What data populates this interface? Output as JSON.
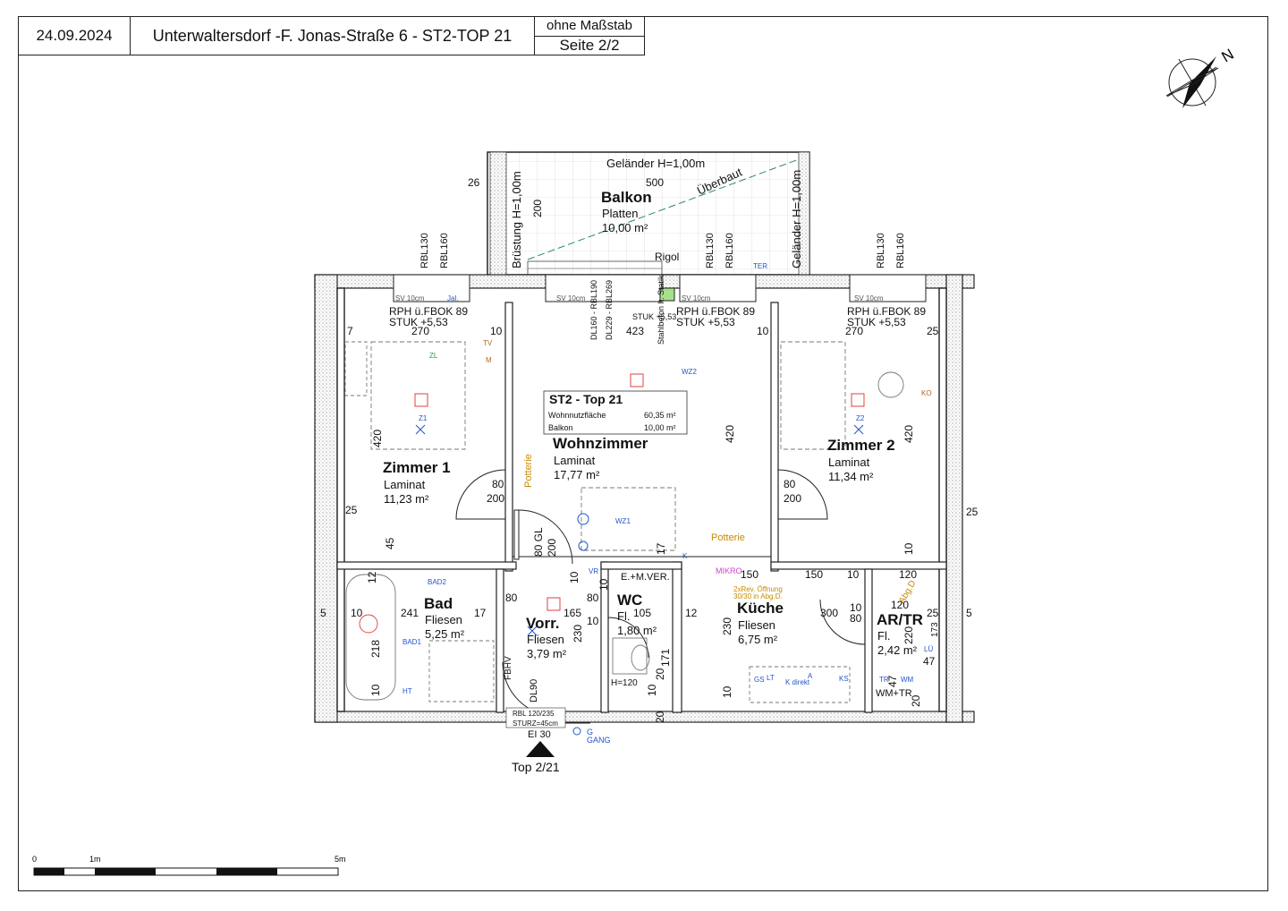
{
  "header": {
    "date": "24.09.2024",
    "title": "Unterwaltersdorf -F. Jonas-Straße 6 - ST2-TOP 21",
    "scale_note": "ohne Maßstab",
    "page": "Seite 2/2"
  },
  "north_label": "N",
  "unit": {
    "name": "ST2 - Top 21",
    "living_area_label": "Wohnnutzfläche",
    "living_area_value": "60,35 m²",
    "balcony_label": "Balkon",
    "balcony_value": "10,00 m²"
  },
  "rooms": {
    "balkon": {
      "name": "Balkon",
      "floor": "Platten",
      "area": "10,00 m²"
    },
    "zimmer1": {
      "name": "Zimmer 1",
      "floor": "Laminat",
      "area": "11,23 m²"
    },
    "wohnzimmer": {
      "name": "Wohnzimmer",
      "floor": "Laminat",
      "area": "17,77 m²"
    },
    "zimmer2": {
      "name": "Zimmer 2",
      "floor": "Laminat",
      "area": "11,34 m²"
    },
    "bad": {
      "name": "Bad",
      "floor": "Fliesen",
      "area": "5,25 m²"
    },
    "vorr": {
      "name": "Vorr.",
      "floor": "Fliesen",
      "area": "3,79 m²"
    },
    "wc": {
      "name": "WC",
      "floor": "Fl.",
      "area": "1,80 m²"
    },
    "kueche": {
      "name": "Küche",
      "floor": "Fliesen",
      "area": "6,75 m²"
    },
    "artr": {
      "name": "AR/TR",
      "floor": "Fl.",
      "area": "2,42 m²"
    }
  },
  "annotations": {
    "gelaender_top": "Geländer H=1,00m",
    "gelaender_right": "Geländer H=1,00m",
    "bruestung_left": "Brüstung H=1,00m",
    "ueberbaut": "Überbaut",
    "rigol": "Rigol",
    "potterie_1": "Potterie",
    "potterie_2": "Potterie",
    "rph_1": "RPH ü.FBOK 89",
    "stuk_1": "STUK +5,53",
    "rph_2": "RPH ü.FBOK 89",
    "stuk_2": "STUK +5,53",
    "rph_3": "RPH ü.FBOK 89",
    "stuk_3": "STUK +5,53",
    "stuk_4": "STUK +5,53",
    "sv_1": "SV 10cm",
    "sv_2": "SV 10cm",
    "sv_3": "SV 10cm",
    "sv_4": "SV 10cm",
    "jal": "Jal.",
    "rbl130_1": "RBL130",
    "rbl160_1": "RBL160",
    "rbl130_2": "RBL130",
    "rbl160_2": "RBL160",
    "rbl130_3": "RBL130",
    "rbl160_3": "RBL160",
    "dl160": "DL160 - RBL190",
    "dl229": "DL229 - RBL269",
    "stahlbeton": "Stahlbeton lt. Statik",
    "emver": "E.+M.VER.",
    "mikro": "MIKRO",
    "rev_1": "2xRev. Öffnung",
    "rev_2": "30/30 in Abg.D.",
    "abg_d": "Abg.D",
    "h120": "H=120",
    "rbl120": "RBL 120/235",
    "sturz": "STURZ=45cm",
    "ei30": "EI 30",
    "entrance": "Top 2/21",
    "gang": "GANG",
    "fbhv": "FBHV",
    "gl": "80 GL",
    "dl90": "DL90",
    "wmtr": "WM+TR",
    "ter": "TER",
    "ko": "KO",
    "tv": "TV",
    "m": "M",
    "z1": "Z1",
    "z2": "Z2",
    "zl": "ZL",
    "wz1": "WZ1",
    "wz2": "WZ2",
    "bad1": "BAD1",
    "bad2": "BAD2",
    "ht": "HT",
    "ks": "KS",
    "lu": "LÜ",
    "a": "A",
    "gs": "GS",
    "lt": "LT",
    "kdirekt": "K direkt",
    "vr": "VR",
    "k": "K",
    "g": "G",
    "wm": "WM",
    "tr": "TR"
  },
  "dimensions": {
    "d26": "26",
    "d500": "500",
    "d200a": "200",
    "d270a": "270",
    "d10a": "10",
    "d423": "423",
    "d10b": "10",
    "d270b": "270",
    "d25a": "25",
    "d7": "7",
    "d420a": "420",
    "d420b": "420",
    "d420c": "420",
    "d80a": "80",
    "d200b": "200",
    "d80b": "80",
    "d200c": "200",
    "d25b": "25",
    "d45": "45",
    "d200d": "200",
    "d10c": "10",
    "d17a": "17",
    "d150a": "150",
    "d150b": "150",
    "d10d": "10",
    "d120a": "120",
    "d12a": "12",
    "d10e": "10",
    "d241": "241",
    "d17b": "17",
    "d80c": "80",
    "d80d": "80",
    "d165": "165",
    "d105": "105",
    "d12b": "12",
    "d120b": "120",
    "d218": "218",
    "d10f": "10",
    "d230a": "230",
    "d10g": "10",
    "d171": "171",
    "d230b": "230",
    "d300": "300",
    "d10h": "10",
    "d80e": "80",
    "d220": "220",
    "d25c": "25",
    "d173": "173",
    "d47a": "47",
    "d47b": "47",
    "d20a": "20",
    "d20b": "20",
    "d10i": "10",
    "d10j": "10",
    "d20c": "20",
    "d10k": "10",
    "d10l": "10",
    "d5a": "5",
    "d5b": "5",
    "d25d": "25"
  },
  "scale_bar": {
    "start": "0",
    "mid": "1m",
    "end": "5m"
  }
}
